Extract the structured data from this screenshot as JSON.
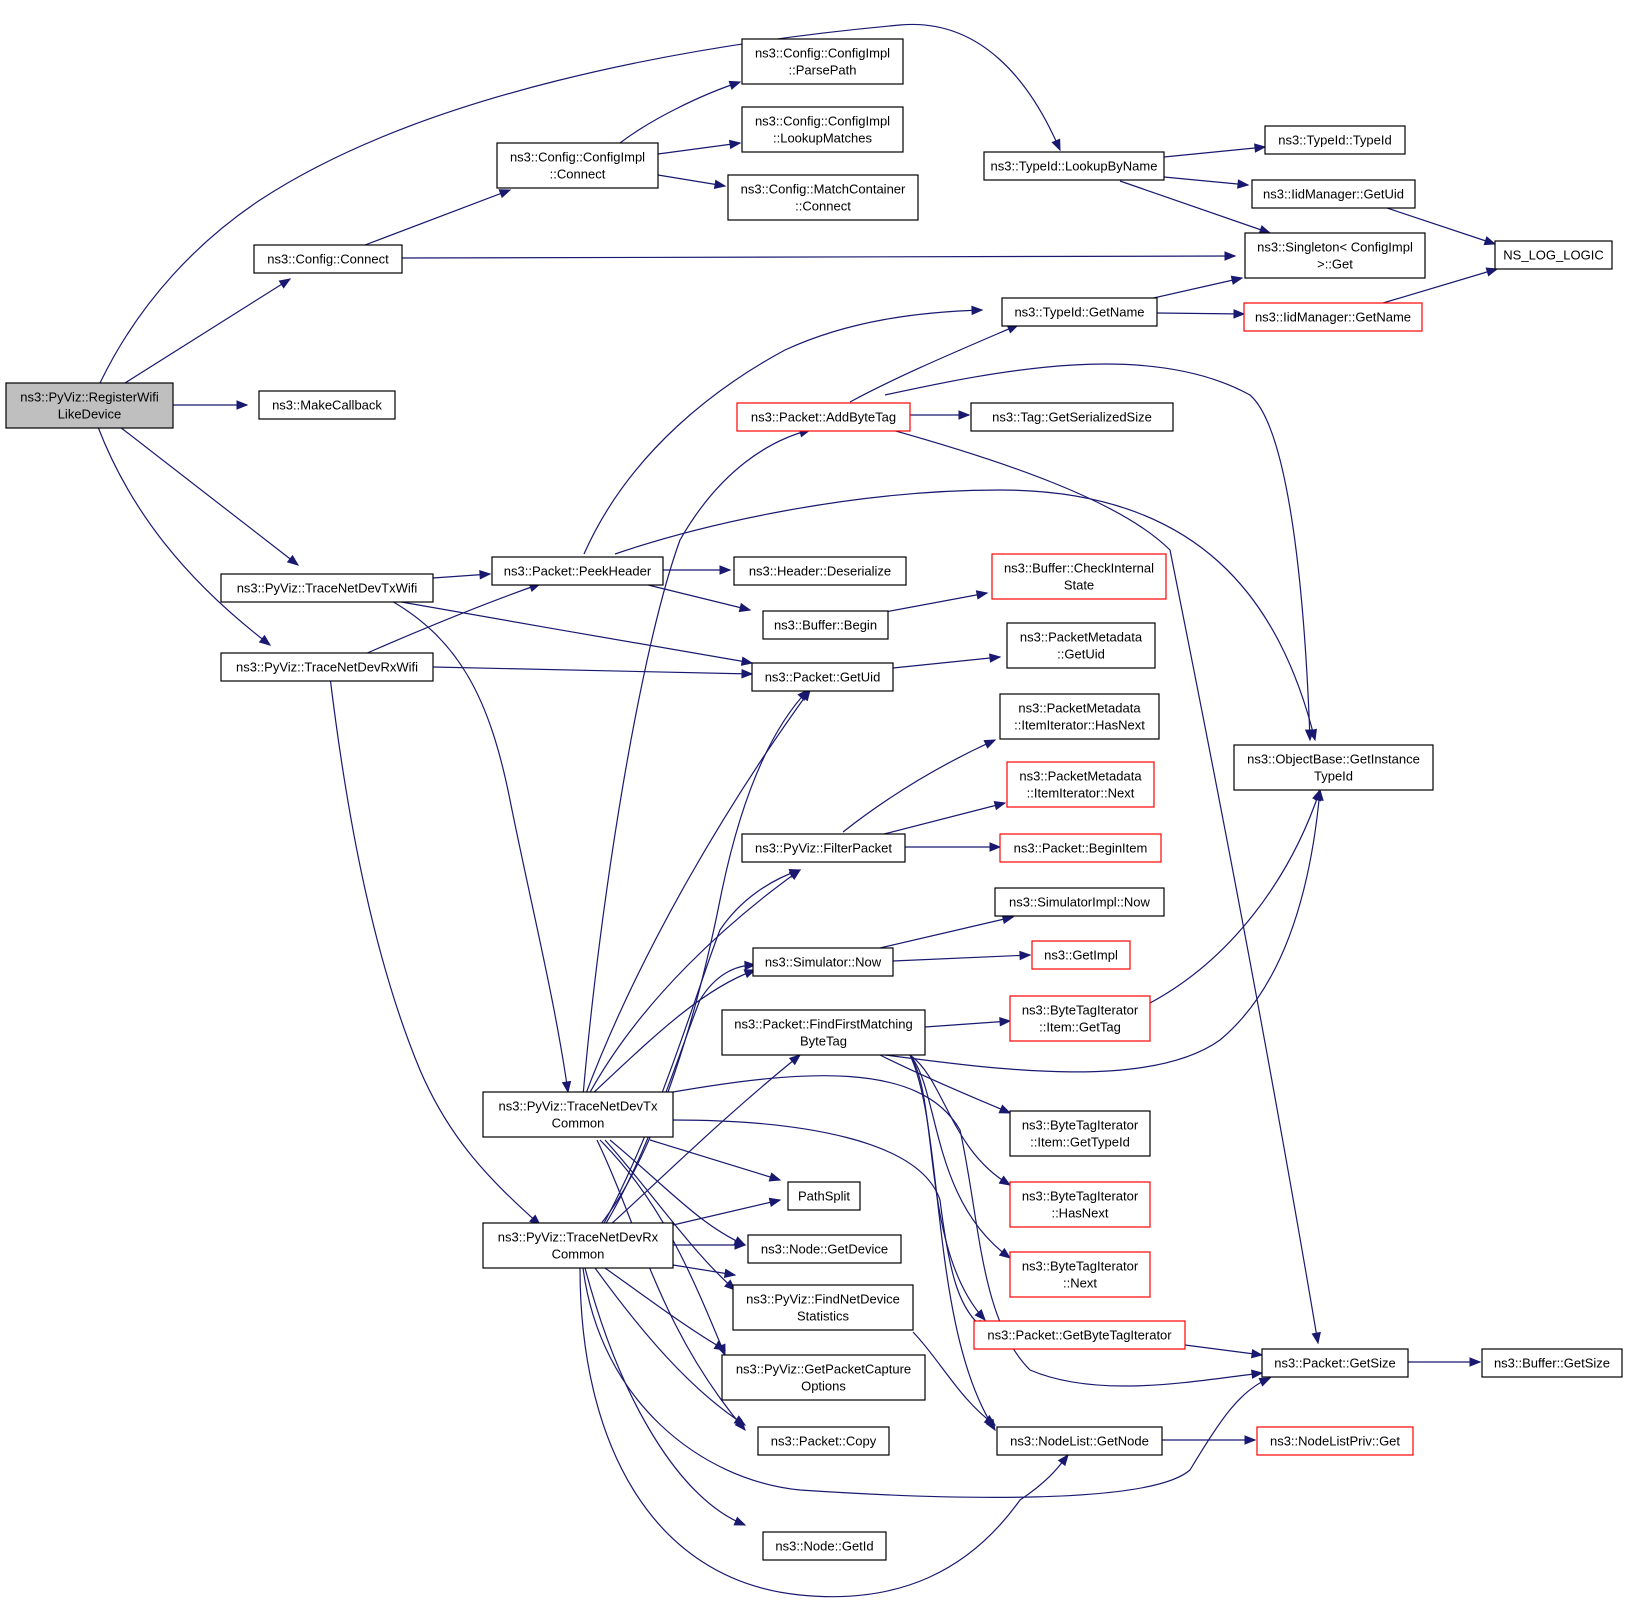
{
  "nodes": [
    {
      "id": "root",
      "lines": [
        "ns3::PyViz::RegisterWifi",
        "LikeDevice"
      ],
      "style": "root"
    },
    {
      "id": "config_connect",
      "lines": [
        "ns3::Config::Connect"
      ],
      "style": "normal"
    },
    {
      "id": "make_callback",
      "lines": [
        "ns3::MakeCallback"
      ],
      "style": "normal"
    },
    {
      "id": "tx_wifi",
      "lines": [
        "ns3::PyViz::TraceNetDevTxWifi"
      ],
      "style": "normal"
    },
    {
      "id": "rx_wifi",
      "lines": [
        "ns3::PyViz::TraceNetDevRxWifi"
      ],
      "style": "normal"
    },
    {
      "id": "tx_common",
      "lines": [
        "ns3::PyViz::TraceNetDevTx",
        "Common"
      ],
      "style": "normal"
    },
    {
      "id": "rx_common",
      "lines": [
        "ns3::PyViz::TraceNetDevRx",
        "Common"
      ],
      "style": "normal"
    },
    {
      "id": "cfgimpl_connect",
      "lines": [
        "ns3::Config::ConfigImpl",
        "::Connect"
      ],
      "style": "normal"
    },
    {
      "id": "parse_path",
      "lines": [
        "ns3::Config::ConfigImpl",
        "::ParsePath"
      ],
      "style": "normal"
    },
    {
      "id": "lookup_matches",
      "lines": [
        "ns3::Config::ConfigImpl",
        "::LookupMatches"
      ],
      "style": "normal"
    },
    {
      "id": "match_connect",
      "lines": [
        "ns3::Config::MatchContainer",
        "::Connect"
      ],
      "style": "normal"
    },
    {
      "id": "lookup_by_name",
      "lines": [
        "ns3::TypeId::LookupByName"
      ],
      "style": "normal"
    },
    {
      "id": "typeid_typeid",
      "lines": [
        "ns3::TypeId::TypeId"
      ],
      "style": "normal"
    },
    {
      "id": "iid_getuid",
      "lines": [
        "ns3::IidManager::GetUid"
      ],
      "style": "normal"
    },
    {
      "id": "ns_log_logic",
      "lines": [
        "NS_LOG_LOGIC"
      ],
      "style": "normal"
    },
    {
      "id": "singleton_get",
      "lines": [
        "ns3::Singleton< ConfigImpl",
        "&gt;::Get"
      ],
      "style": "normal"
    },
    {
      "id": "typeid_getname",
      "lines": [
        "ns3::TypeId::GetName"
      ],
      "style": "normal"
    },
    {
      "id": "iid_getname",
      "lines": [
        "ns3::IidManager::GetName"
      ],
      "style": "red"
    },
    {
      "id": "add_byte_tag",
      "lines": [
        "ns3::Packet::AddByteTag"
      ],
      "style": "red"
    },
    {
      "id": "tag_getsize",
      "lines": [
        "ns3::Tag::GetSerializedSize"
      ],
      "style": "normal"
    },
    {
      "id": "peek_header",
      "lines": [
        "ns3::Packet::PeekHeader"
      ],
      "style": "normal"
    },
    {
      "id": "header_deser",
      "lines": [
        "ns3::Header::Deserialize"
      ],
      "style": "normal"
    },
    {
      "id": "buffer_check",
      "lines": [
        "ns3::Buffer::CheckInternal",
        "State"
      ],
      "style": "red"
    },
    {
      "id": "buffer_begin",
      "lines": [
        "ns3::Buffer::Begin"
      ],
      "style": "normal"
    },
    {
      "id": "packet_getuid",
      "lines": [
        "ns3::Packet::GetUid"
      ],
      "style": "normal"
    },
    {
      "id": "pm_getuid",
      "lines": [
        "ns3::PacketMetadata",
        "::GetUid"
      ],
      "style": "normal"
    },
    {
      "id": "pm_hasnext",
      "lines": [
        "ns3::PacketMetadata",
        "::ItemIterator::HasNext"
      ],
      "style": "normal"
    },
    {
      "id": "pm_next",
      "lines": [
        "ns3::PacketMetadata",
        "::ItemIterator::Next"
      ],
      "style": "red"
    },
    {
      "id": "objbase_gettid",
      "lines": [
        "ns3::ObjectBase::GetInstance",
        "TypeId"
      ],
      "style": "normal"
    },
    {
      "id": "filter_packet",
      "lines": [
        "ns3::PyViz::FilterPacket"
      ],
      "style": "normal"
    },
    {
      "id": "begin_item",
      "lines": [
        "ns3::Packet::BeginItem"
      ],
      "style": "red"
    },
    {
      "id": "simimpl_now",
      "lines": [
        "ns3::SimulatorImpl::Now"
      ],
      "style": "normal"
    },
    {
      "id": "sim_now",
      "lines": [
        "ns3::Simulator::Now"
      ],
      "style": "normal"
    },
    {
      "id": "get_impl",
      "lines": [
        "ns3::GetImpl"
      ],
      "style": "red"
    },
    {
      "id": "find_first",
      "lines": [
        "ns3::Packet::FindFirstMatching",
        "ByteTag"
      ],
      "style": "normal"
    },
    {
      "id": "bti_item_gettag",
      "lines": [
        "ns3::ByteTagIterator",
        "::Item::GetTag"
      ],
      "style": "red"
    },
    {
      "id": "bti_item_gettid",
      "lines": [
        "ns3::ByteTagIterator",
        "::Item::GetTypeId"
      ],
      "style": "normal"
    },
    {
      "id": "bti_hasnext",
      "lines": [
        "ns3::ByteTagIterator",
        "::HasNext"
      ],
      "style": "red"
    },
    {
      "id": "bti_next",
      "lines": [
        "ns3::ByteTagIterator",
        "::Next"
      ],
      "style": "red"
    },
    {
      "id": "path_split",
      "lines": [
        "PathSplit"
      ],
      "style": "normal"
    },
    {
      "id": "node_getdevice",
      "lines": [
        "ns3::Node::GetDevice"
      ],
      "style": "normal"
    },
    {
      "id": "find_netdev",
      "lines": [
        "ns3::PyViz::FindNetDevice",
        "Statistics"
      ],
      "style": "normal"
    },
    {
      "id": "get_capture",
      "lines": [
        "ns3::PyViz::GetPacketCapture",
        "Options"
      ],
      "style": "normal"
    },
    {
      "id": "packet_copy",
      "lines": [
        "ns3::Packet::Copy"
      ],
      "style": "normal"
    },
    {
      "id": "node_getid",
      "lines": [
        "ns3::Node::GetId"
      ],
      "style": "normal"
    },
    {
      "id": "get_bti",
      "lines": [
        "ns3::Packet::GetByteTagIterator"
      ],
      "style": "red"
    },
    {
      "id": "packet_getsize",
      "lines": [
        "ns3::Packet::GetSize"
      ],
      "style": "normal"
    },
    {
      "id": "buffer_getsize",
      "lines": [
        "ns3::Buffer::GetSize"
      ],
      "style": "normal"
    },
    {
      "id": "nodelist_getnode",
      "lines": [
        "ns3::NodeList::GetNode"
      ],
      "style": "normal"
    },
    {
      "id": "nlp_get",
      "lines": [
        "ns3::NodeListPriv::Get"
      ],
      "style": "red"
    }
  ],
  "colors": {
    "edge": "#191970",
    "root_fill": "#bfbfbf",
    "red_stroke": "#ff0000",
    "normal_stroke": "#000000"
  }
}
